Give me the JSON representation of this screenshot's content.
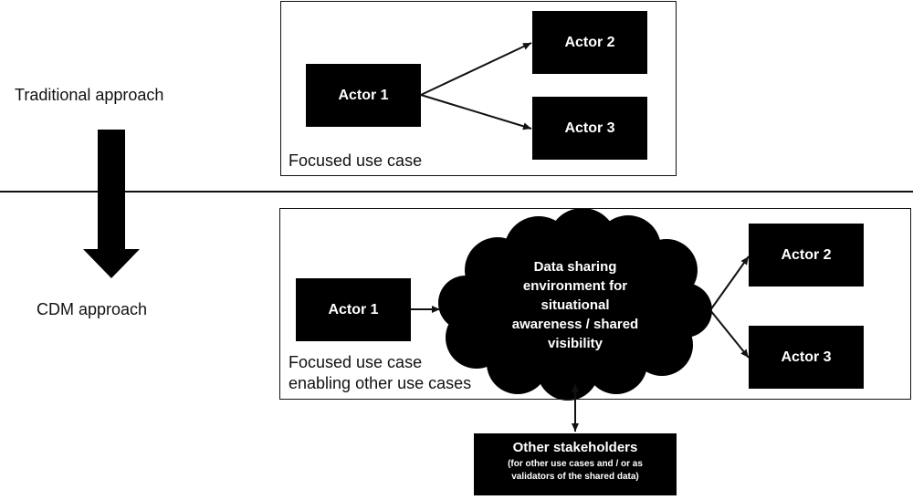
{
  "left": {
    "traditional_label": "Traditional approach",
    "cdm_label": "CDM approach"
  },
  "top_panel": {
    "actor1": "Actor 1",
    "actor2": "Actor 2",
    "actor3": "Actor 3",
    "caption": "Focused use case"
  },
  "bottom_panel": {
    "actor1": "Actor 1",
    "actor2": "Actor 2",
    "actor3": "Actor 3",
    "caption_lines": [
      "Focused use case",
      "enabling other use cases"
    ],
    "cloud_lines": [
      "Data sharing",
      "environment for",
      "situational",
      "awareness / shared",
      "visibility"
    ]
  },
  "stakeholders": {
    "title": "Other stakeholders",
    "detail_lines": [
      "(for other use cases and / or as",
      "validators of the shared data)"
    ]
  },
  "colors": {
    "box_fill": "#000000",
    "box_text": "#ffffff",
    "line": "#111111"
  },
  "icons": [
    "down-arrow-icon",
    "cloud-shape"
  ]
}
